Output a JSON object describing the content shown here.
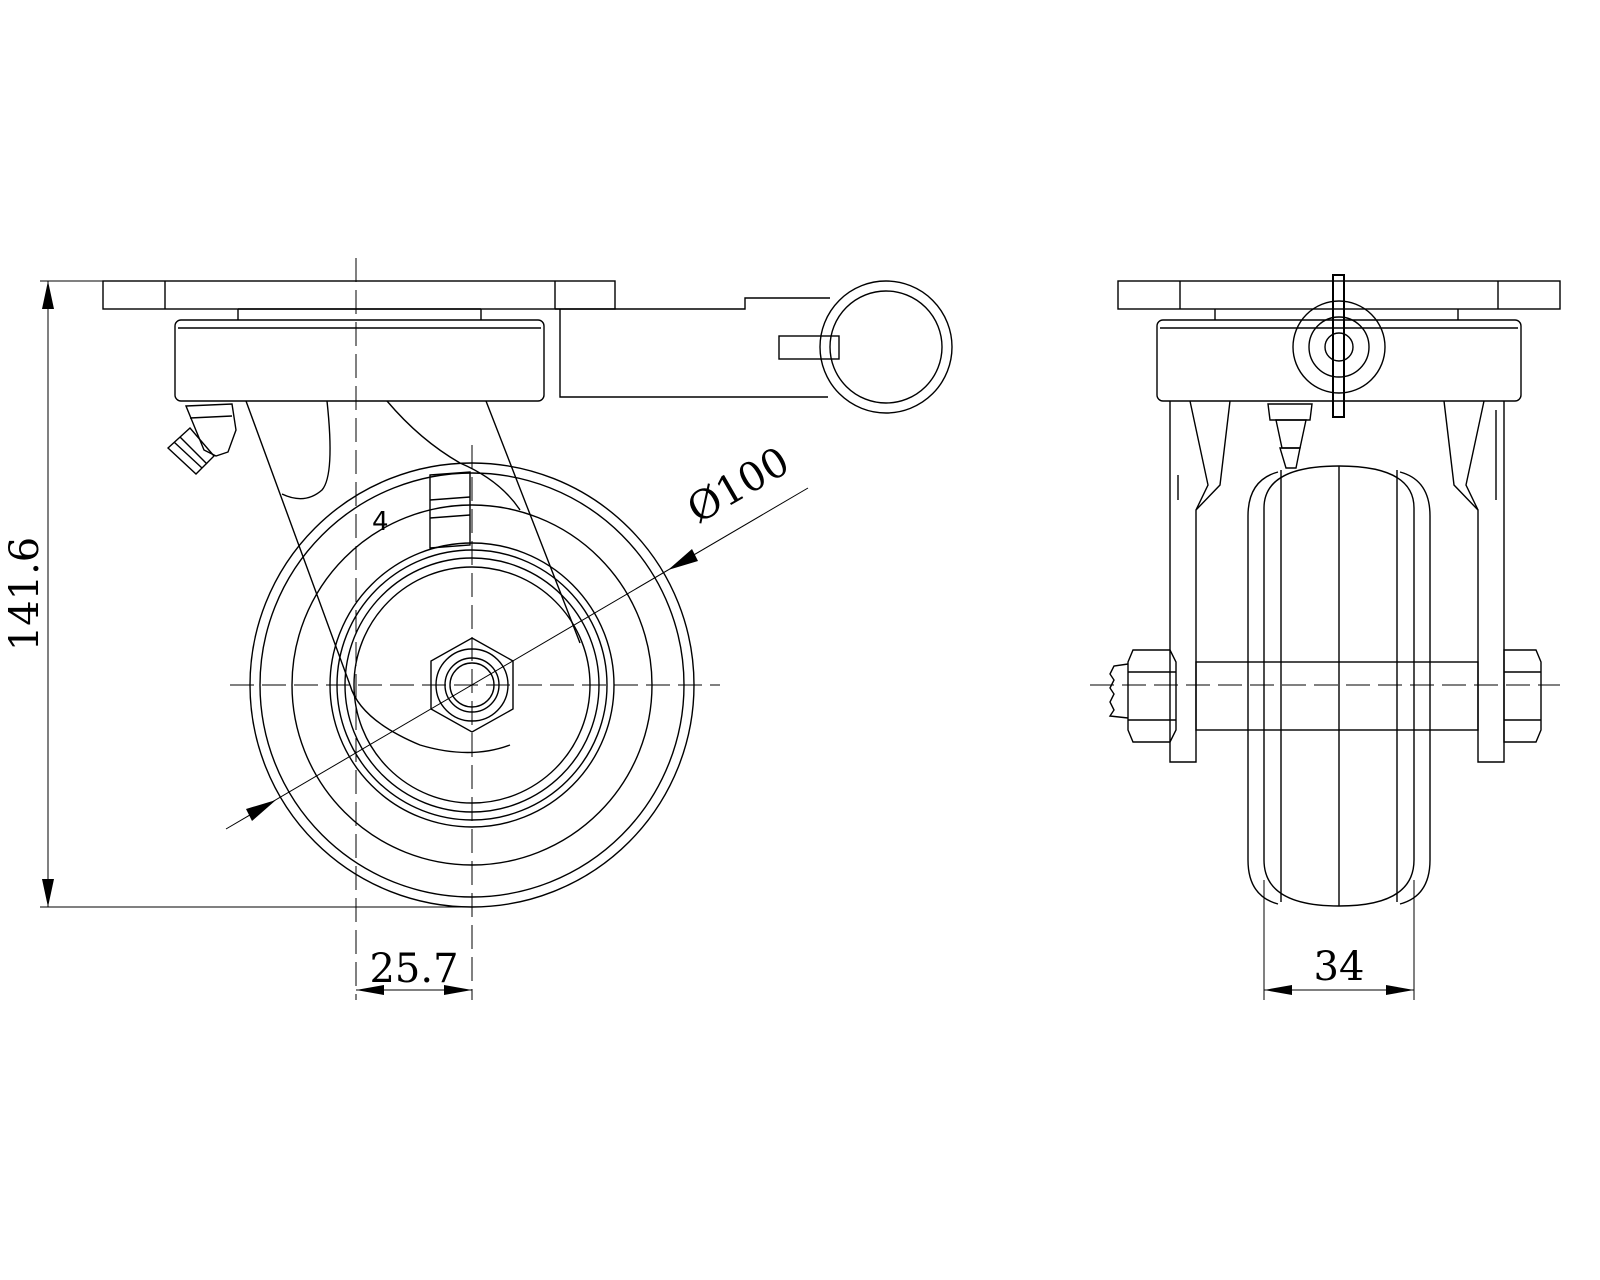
{
  "dimensions": {
    "overall_height": "141.6",
    "wheel_diameter": "Ø100",
    "swivel_offset": "25.7",
    "wheel_width": "34"
  },
  "part_label": "4"
}
